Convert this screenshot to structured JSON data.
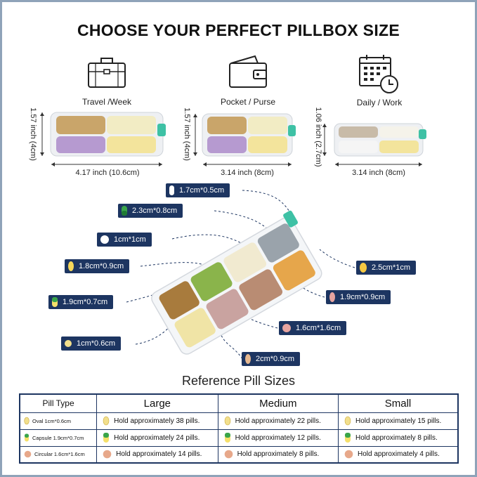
{
  "headline": "CHOOSE YOUR PERFECT PILLBOX SIZE",
  "sizes": [
    {
      "label": "Travel /Week",
      "icon": "suitcase-icon",
      "width": "4.17 inch (10.6cm)",
      "height": "1.57 inch (4cm)"
    },
    {
      "label": "Pocket / Purse",
      "icon": "wallet-icon",
      "width": "3.14 inch (8cm)",
      "height": "1.57 inch (4cm)"
    },
    {
      "label": "Daily / Work",
      "icon": "calendar-clock-icon",
      "width": "3.14 inch (8cm)",
      "height": "1.06 inch (2.7cm)"
    }
  ],
  "pill_tags": [
    {
      "text": "1.7cm*0.5cm",
      "pill": "white-capsule"
    },
    {
      "text": "2.3cm*0.8cm",
      "pill": "green-capsule"
    },
    {
      "text": "1cm*1cm",
      "pill": "white-round"
    },
    {
      "text": "1.8cm*0.9cm",
      "pill": "yellow-oval"
    },
    {
      "text": "2.5cm*1cm",
      "pill": "yellow-oval"
    },
    {
      "text": "1.9cm*0.7cm",
      "pill": "green-yellow-capsule"
    },
    {
      "text": "1.9cm*0.9cm",
      "pill": "pink-oval"
    },
    {
      "text": "1.6cm*1.6cm",
      "pill": "pink-round"
    },
    {
      "text": "1cm*0.6cm",
      "pill": "yellow-small-oval"
    },
    {
      "text": "2cm*0.9cm",
      "pill": "tan-oval"
    }
  ],
  "reference": {
    "title": "Reference Pill Sizes",
    "headers": [
      "Pill Type",
      "Large",
      "Medium",
      "Small"
    ],
    "rows": [
      {
        "type": "Oval 1cm*0.6cm",
        "pill": "oval-icon",
        "large": "Hold approximately 38 pills.",
        "medium": "Hold approximately 22 pills.",
        "small": "Hold approximately 15 pills."
      },
      {
        "type": "Capsule 1.9cm*0.7cm",
        "pill": "capsule-icon",
        "large": "Hold approximately 24 pills.",
        "medium": "Hold approximately 12 pills.",
        "small": "Hold approximately 8 pills."
      },
      {
        "type": "Circular 1.6cm*1.6cm",
        "pill": "circular-icon",
        "large": "Hold approximately 14 pills.",
        "medium": "Hold approximately 8 pills.",
        "small": "Hold approximately 4 pills."
      }
    ]
  },
  "colors": {
    "navy": "#1d3561",
    "teal_latch": "#3ec1a5",
    "frame": "#8fa3b9"
  }
}
